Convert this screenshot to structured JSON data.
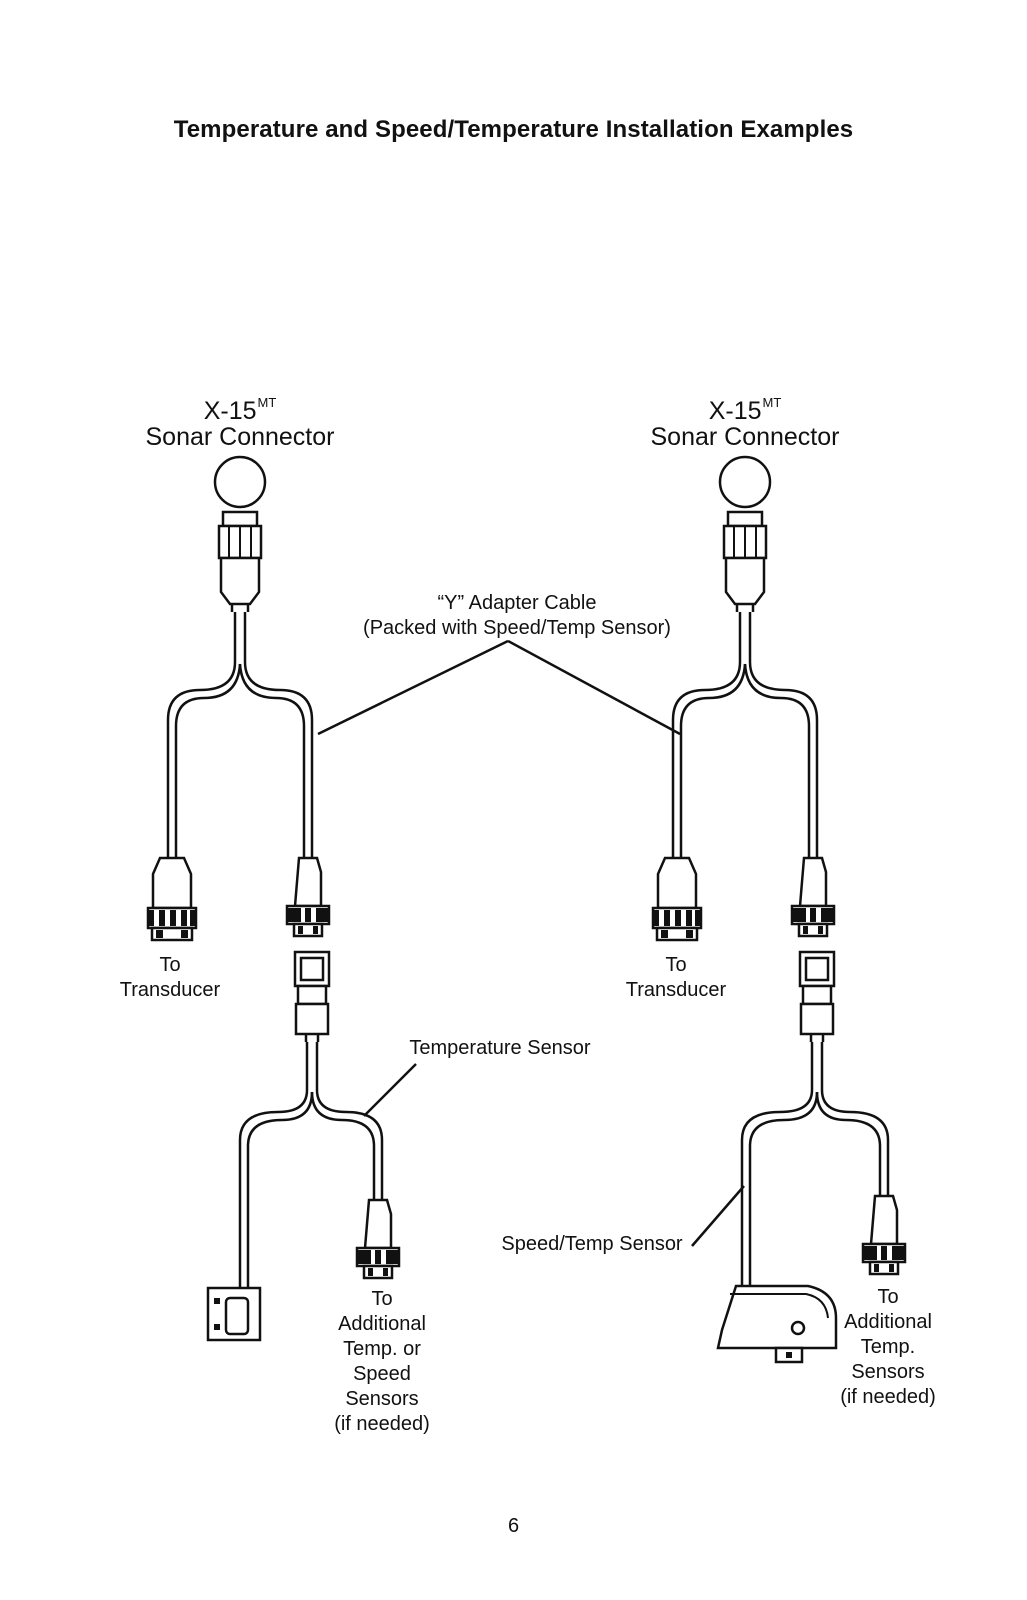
{
  "title": "Temperature and Speed/Temperature Installation Examples",
  "left": {
    "connector_model": "X-15",
    "connector_model_sup": "MT",
    "connector_label": "Sonar Connector",
    "transducer_label": [
      "To",
      "Transducer"
    ],
    "sensor_callout": "Temperature Sensor",
    "additional_label": [
      "To",
      "Additional",
      "Temp. or",
      "Speed",
      "Sensors",
      "(if needed)"
    ]
  },
  "right": {
    "connector_model": "X-15",
    "connector_model_sup": "MT",
    "connector_label": "Sonar Connector",
    "transducer_label": [
      "To",
      "Transducer"
    ],
    "sensor_callout": "Speed/Temp Sensor",
    "additional_label": [
      "To",
      "Additional",
      "Temp.",
      "Sensors",
      "(if needed)"
    ]
  },
  "y_adapter_callout": [
    "“Y” Adapter Cable",
    "(Packed with Speed/Temp Sensor)"
  ],
  "page_number": "6"
}
